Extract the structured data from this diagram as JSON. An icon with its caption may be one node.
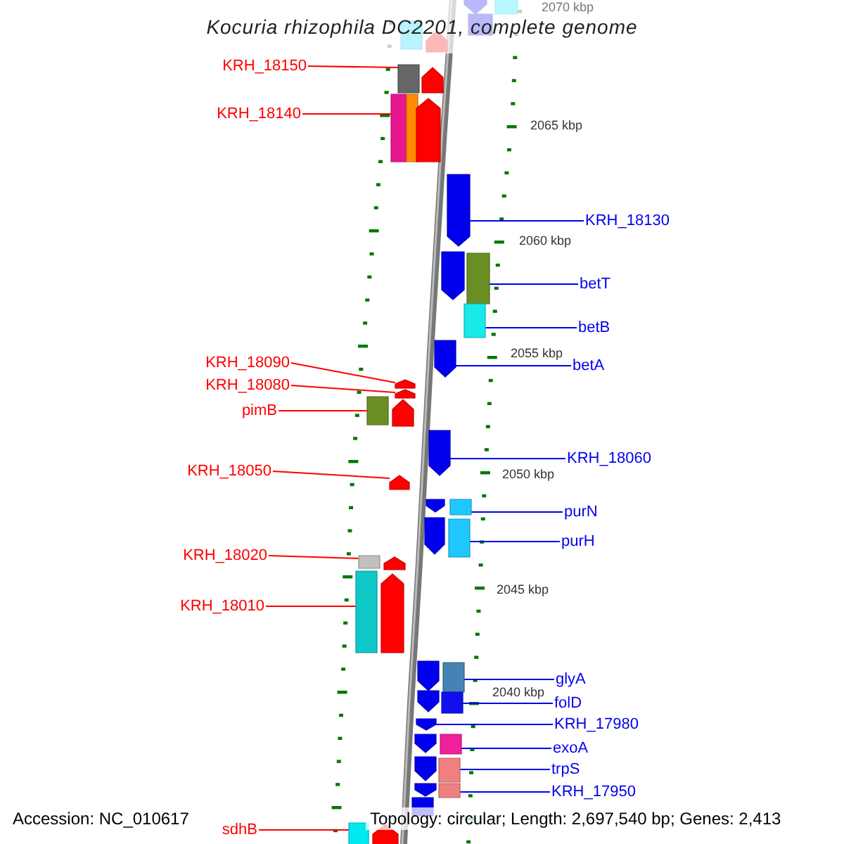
{
  "diagram": {
    "title": "Kocuria rhizophila DC2201, complete genome",
    "nodes": [
      {
        "text": [
          "KRH_18150"
        ]
      },
      {
        "text": [],
        "shape": "bar"
      },
      {
        "text": [
          "KRH_18140"
        ]
      },
      {
        "text": [],
        "shape": "bar"
      },
      {
        "text": [
          "KRH_18130"
        ]
      },
      {
        "text": [],
        "shape": "arrow"
      },
      {
        "text": [
          "betT"
        ]
      },
      {
        "text": [],
        "shape": "bar"
      },
      {
        "text": [
          "betB"
        ]
      },
      {
        "text": [],
        "shape": "bar"
      },
      {
        "text": [
          "betA"
        ]
      },
      {
        "text": [],
        "shape": "arrow"
      },
      {
        "text": [
          "KRH_18090"
        ]
      },
      {
        "text": [],
        "shape": "arrow"
      },
      {
        "text": [
          "KRH_18080"
        ]
      },
      {
        "text": [],
        "shape": "arrow"
      },
      {
        "text": [
          "pimB"
        ]
      },
      {
        "text": [],
        "shape": "bar"
      },
      {
        "text": [
          "KRH_18060"
        ]
      },
      {
        "text": [],
        "shape": "arrow"
      },
      {
        "text": [
          "KRH_18050"
        ]
      },
      {
        "text": [],
        "shape": "arrow"
      },
      {
        "text": [
          "purN"
        ]
      },
      {
        "text": [],
        "shape": "bar"
      },
      {
        "text": [
          "purH"
        ]
      },
      {
        "text": [],
        "shape": "bar"
      },
      {
        "text": [
          "KRH_18020"
        ]
      },
      {
        "text": [],
        "shape": "bar"
      },
      {
        "text": [
          "KRH_18010"
        ]
      },
      {
        "text": [],
        "shape": "bar"
      },
      {
        "text": [
          "glyA"
        ]
      },
      {
        "text": [],
        "shape": "bar"
      },
      {
        "text": [
          "folD"
        ]
      },
      {
        "text": [],
        "shape": "bar"
      },
      {
        "text": [
          "KRH_17980"
        ]
      },
      {
        "text": [],
        "shape": "arrow"
      },
      {
        "text": [
          "exoA"
        ]
      },
      {
        "text": [],
        "shape": "bar"
      },
      {
        "text": [
          "trpS"
        ]
      },
      {
        "text": [],
        "shape": "bar"
      },
      {
        "text": [
          "KRH_17950"
        ]
      },
      {
        "text": [],
        "shape": "bar"
      },
      {
        "text": [
          "sdhB"
        ]
      },
      {
        "text": [],
        "shape": "bar"
      },
      {
        "text": [],
        "shape": "arrow"
      },
      {
        "text": [],
        "shape": "bar"
      },
      {
        "text": [],
        "shape": "bar"
      },
      {
        "text": [],
        "shape": "bar"
      },
      {
        "text": [],
        "shape": "arrow"
      },
      {
        "text": [],
        "shape": "arrow"
      },
      {
        "text": [],
        "shape": "bar"
      },
      {
        "text": [],
        "shape": "arrow"
      },
      {
        "text": [],
        "shape": "arrow"
      },
      {
        "text": [],
        "shape": "arrow"
      },
      {
        "text": [],
        "shape": "arrow"
      },
      {
        "text": [],
        "shape": "arrow"
      },
      {
        "text": [],
        "shape": "arrow"
      },
      {
        "text": [],
        "shape": "arrow"
      },
      {
        "text": [],
        "shape": "arrow"
      },
      {
        "text": [],
        "shape": "arrow"
      },
      {
        "text": [],
        "shape": "arrow"
      },
      {
        "text": [],
        "shape": "arrow"
      },
      {
        "text": [],
        "shape": "arrow"
      },
      {
        "text": [],
        "shape": "bar"
      },
      {
        "text": [],
        "shape": "arrow"
      }
    ],
    "edges": [
      {
        "from": 0,
        "to": 1,
        "arrow": "none",
        "color": "#ff0000"
      },
      {
        "from": 2,
        "to": 3,
        "arrow": "none",
        "color": "#ff0000"
      },
      {
        "from": 4,
        "to": 5,
        "arrow": "none"
      },
      {
        "from": 6,
        "to": 7,
        "arrow": "none"
      },
      {
        "from": 8,
        "to": 9,
        "arrow": "none"
      },
      {
        "from": 10,
        "to": 11,
        "arrow": "none"
      },
      {
        "from": 12,
        "to": 13,
        "arrow": "none",
        "color": "#ff0000"
      },
      {
        "from": 14,
        "to": 15,
        "arrow": "none",
        "color": "#ff0000"
      },
      {
        "from": 16,
        "to": 17,
        "arrow": "none",
        "color": "#ff0000"
      },
      {
        "from": 18,
        "to": 19,
        "arrow": "none"
      },
      {
        "from": 20,
        "to": 21,
        "arrow": "none",
        "color": "#ff0000"
      },
      {
        "from": 22,
        "to": 23,
        "arrow": "none"
      },
      {
        "from": 24,
        "to": 25,
        "arrow": "none"
      },
      {
        "from": 26,
        "to": 27,
        "arrow": "none",
        "color": "#ff0000"
      },
      {
        "from": 28,
        "to": 29,
        "arrow": "none",
        "color": "#ff0000"
      },
      {
        "from": 30,
        "to": 31,
        "arrow": "none"
      },
      {
        "from": 32,
        "to": 33,
        "arrow": "none"
      },
      {
        "from": 34,
        "to": 35,
        "arrow": "none"
      },
      {
        "from": 36,
        "to": 37,
        "arrow": "none"
      },
      {
        "from": 38,
        "to": 39,
        "arrow": "none"
      },
      {
        "from": 40,
        "to": 41,
        "arrow": "none"
      },
      {
        "from": 42,
        "to": 43,
        "arrow": "none",
        "color": "#ff0000"
      }
    ],
    "labels": [
      "2070 kbp",
      "2065 kbp",
      "2060 kbp",
      "2055 kbp",
      "2050 kbp",
      "2045 kbp",
      "2040 kbp",
      "Accession: NC_010617",
      "Topology: circular; Length: 2,697,540 bp; Genes: 2,413"
    ]
  }
}
